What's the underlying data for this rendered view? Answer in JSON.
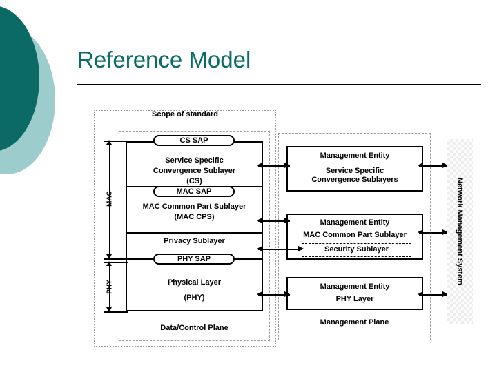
{
  "slide": {
    "title": "Reference Model",
    "accent_color": "#0C6B66",
    "accent_light_color": "#9CCDCC"
  },
  "diagram": {
    "scope_label": "Scope of standard",
    "data_control_plane_label": "Data/Control Plane",
    "management_plane_label": "Management Plane",
    "network_management_system_label": "Network Management System",
    "left_brackets": [
      {
        "label": "MAC"
      },
      {
        "label": "PHY"
      }
    ],
    "saps": [
      {
        "label": "CS SAP"
      },
      {
        "label": "MAC SAP"
      },
      {
        "label": "PHY SAP"
      }
    ],
    "stack_layers": [
      {
        "line1": "Service Specific",
        "line2": "Convergence Sublayer",
        "line3": "(CS)"
      },
      {
        "line1": "MAC Common Part Sublayer",
        "line2": "(MAC CPS)",
        "line3": ""
      },
      {
        "line1": "Privacy Sublayer",
        "line2": "",
        "line3": ""
      },
      {
        "line1": "Physical Layer",
        "line2": "(PHY)",
        "line3": ""
      }
    ],
    "management_entities": [
      {
        "title": "Management Entity",
        "subtitle_1": "Service Specific",
        "subtitle_2": "Convergence Sublayers"
      },
      {
        "title": "Management Entity",
        "subtitle_1": "MAC Common Part Sublayer",
        "subtitle_2": ""
      },
      {
        "title": "Management Entity",
        "subtitle_1": "PHY Layer",
        "subtitle_2": ""
      }
    ],
    "security_sublayer_label": "Security Sublayer"
  }
}
